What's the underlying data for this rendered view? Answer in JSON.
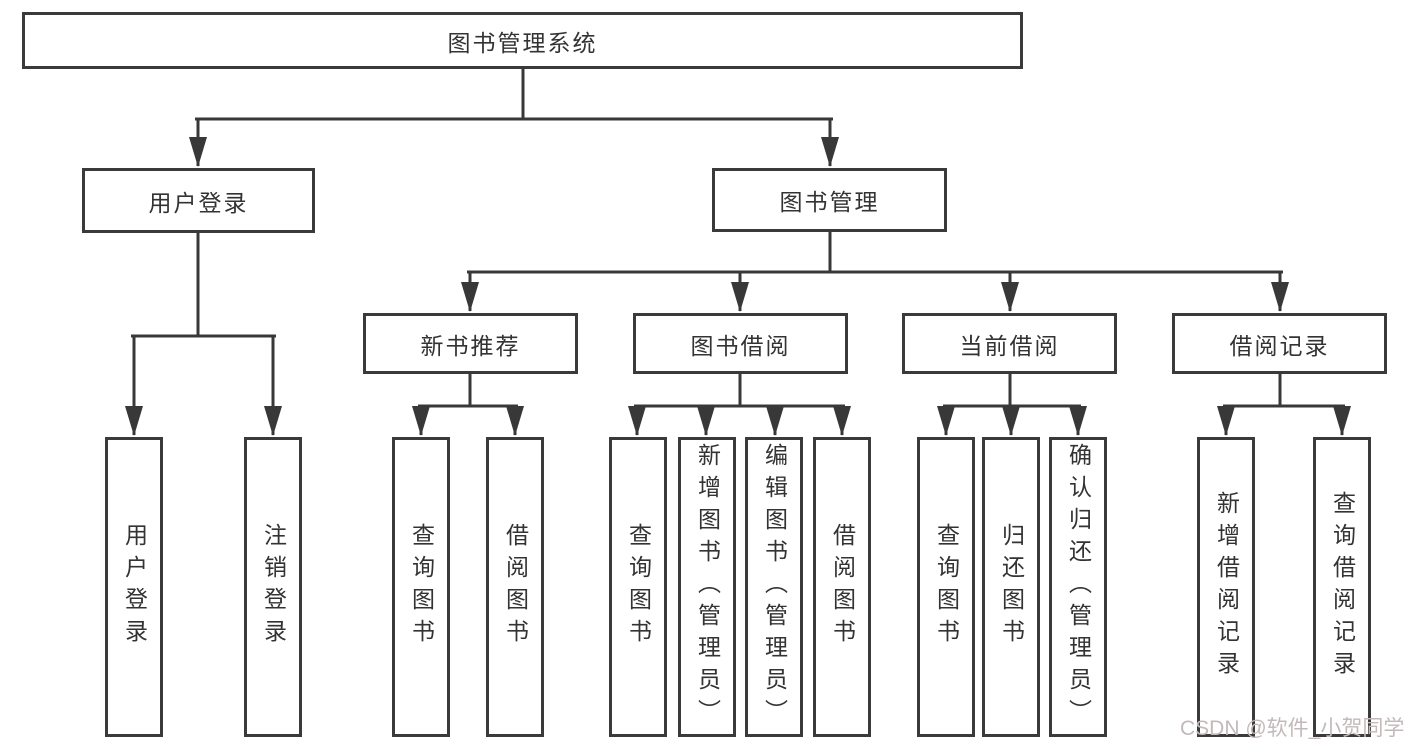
{
  "tree": {
    "root": {
      "label": "图书管理系统",
      "children": [
        {
          "label": "用户登录",
          "children": [
            {
              "label": "用户登录"
            },
            {
              "label": "注销登录"
            }
          ]
        },
        {
          "label": "图书管理",
          "children": [
            {
              "label": "新书推荐",
              "children": [
                {
                  "label": "查询图书"
                },
                {
                  "label": "借阅图书"
                }
              ]
            },
            {
              "label": "图书借阅",
              "children": [
                {
                  "label": "查询图书"
                },
                {
                  "label": "新增图书（管理员）"
                },
                {
                  "label": "编辑图书（管理员）"
                },
                {
                  "label": "借阅图书"
                }
              ]
            },
            {
              "label": "当前借阅",
              "children": [
                {
                  "label": "查询图书"
                },
                {
                  "label": "归还图书"
                },
                {
                  "label": "确认归还（管理员）"
                }
              ]
            },
            {
              "label": "借阅记录",
              "children": [
                {
                  "label": "新增借阅记录"
                },
                {
                  "label": "查询借阅记录"
                }
              ]
            }
          ]
        }
      ]
    }
  },
  "watermark": {
    "text": "CSDN @软件_小贺同学"
  },
  "colors": {
    "line": "#383838",
    "border": "#3a3a3a",
    "text": "#333333",
    "watermark": "#c3b9ba"
  }
}
